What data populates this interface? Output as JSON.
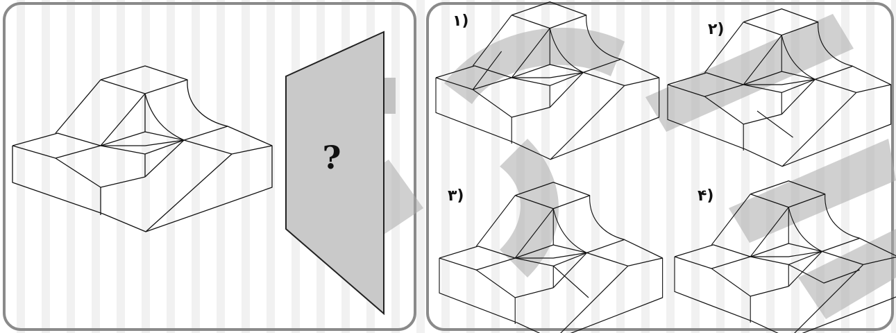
{
  "question": {
    "plane_mark": "?"
  },
  "options": [
    {
      "label": "۱)"
    },
    {
      "label": "۲)"
    },
    {
      "label": "۳)"
    },
    {
      "label": "۴)"
    }
  ]
}
